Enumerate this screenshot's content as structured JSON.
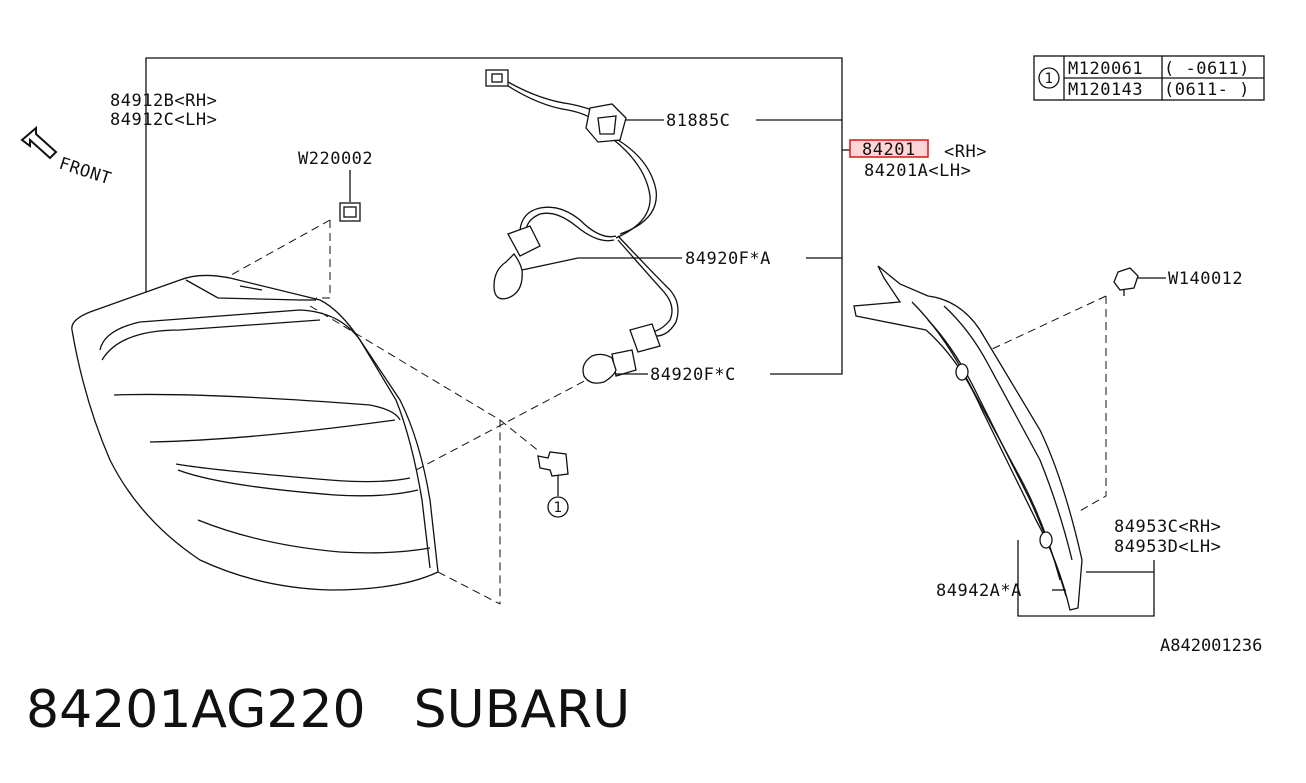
{
  "callouts": {
    "lens_rh": "84912B<RH>",
    "lens_lh": "84912C<LH>",
    "front": "FRONT",
    "clip": "W220002",
    "harness": "81885C",
    "assy_rh_number": "84201",
    "assy_rh_side": "<RH>",
    "assy_lh": "84201A<LH>",
    "bulb_a": "84920F*A",
    "bulb_c": "84920F*C",
    "screw": "W140012",
    "gasket_rh": "84953C<RH>",
    "gasket_lh": "84953D<LH>",
    "seal": "84942A*A",
    "ref_marker": "1"
  },
  "reference_table": {
    "marker": "1",
    "rows": [
      {
        "part": "M120061",
        "range": "(  -0611)"
      },
      {
        "part": "M120143",
        "range": "(0611-   )"
      }
    ]
  },
  "diagram_code": "A842001236",
  "footer": {
    "part_number": "84201AG220",
    "brand": "SUBARU"
  },
  "colors": {
    "line": "#111111",
    "highlight_fill": "#ffd6d6",
    "highlight_border": "#e02020"
  }
}
